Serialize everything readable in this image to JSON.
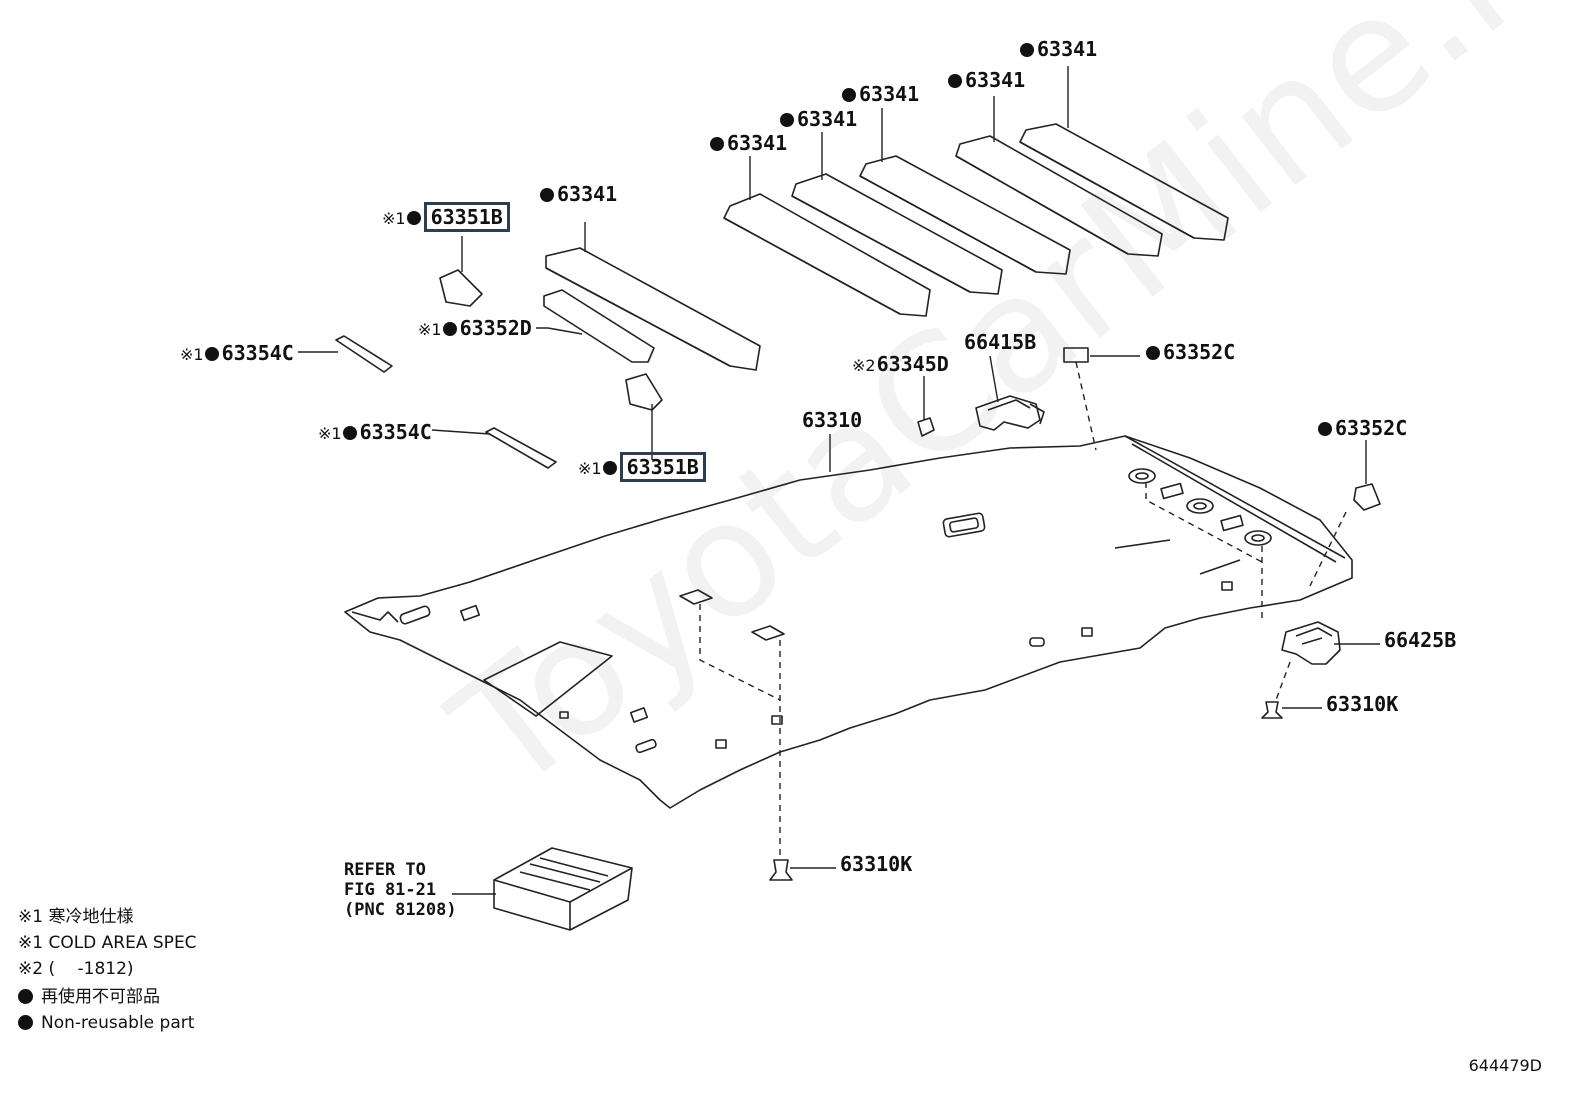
{
  "labels": {
    "top_63341_a": "63341",
    "top_63341_b": "63341",
    "top_63341_c": "63341",
    "top_63341_d": "63341",
    "top_63341_e": "63341",
    "top_63341_f": "63341",
    "p63351b_top": "63351B",
    "p63352d": "63352D",
    "p63354c_a": "63354C",
    "p63354c_b": "63354C",
    "p63351b_bottom": "63351B",
    "p63310": "63310",
    "p63345d": "63345D",
    "p66415b": "66415B",
    "p63352c_a": "63352C",
    "p63352c_b": "63352C",
    "p66425b": "66425B",
    "p63310k_a": "63310K",
    "p63310k_b": "63310K",
    "mark1": "※1",
    "mark2": "※2"
  },
  "refer": {
    "line1": "REFER TO",
    "line2": "FIG 81-21",
    "line3": "(PNC 81208)"
  },
  "legend": {
    "cold_area_jp": "※1 寒冷地仕様",
    "cold_area_en": "※1 COLD AREA SPEC",
    "note2": "※2 (　 -1812)",
    "nonreusable_jp": "再使用不可部品",
    "nonreusable_en": "Non-reusable part"
  },
  "figure_code": "644479D",
  "watermark": "ToyotaCarMine.ru"
}
